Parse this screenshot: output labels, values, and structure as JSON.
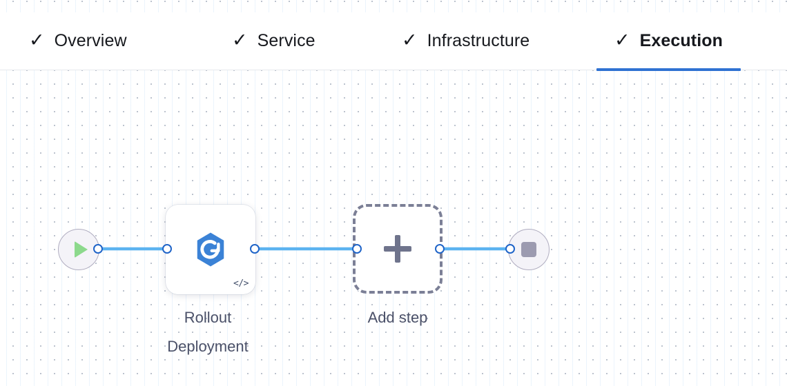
{
  "tabs": [
    {
      "id": "overview",
      "label": "Overview",
      "check": "✓",
      "completed": true,
      "active": false
    },
    {
      "id": "service",
      "label": "Service",
      "check": "✓",
      "completed": true,
      "active": false
    },
    {
      "id": "infrastructure",
      "label": "Infrastructure",
      "check": "✓",
      "completed": true,
      "active": false
    },
    {
      "id": "execution",
      "label": "Execution",
      "check": "✓",
      "completed": true,
      "active": true
    }
  ],
  "colors": {
    "accent": "#2f72d2",
    "edge": "#5cb3f0",
    "handle_border": "#1f64c8",
    "play_green": "#8cd98c",
    "stop_gray": "#9c9bb0",
    "node_ring": "#b0adc0",
    "node_fill": "#f4f3f8",
    "dashed_border": "#7b7f96",
    "caption_text": "#4a5068",
    "tab_text": "#16181d",
    "rollout_blue": "#3b82d6",
    "grid_dot": "#b9c0cc",
    "grid_line": "#dbeafa"
  },
  "canvas": {
    "nodes": [
      {
        "id": "start",
        "type": "start",
        "icon": "play-icon",
        "label": ""
      },
      {
        "id": "rollout",
        "type": "step",
        "icon": "argo-rollout-icon",
        "label": "Rollout\nDeployment",
        "badge_icon": "code-icon",
        "badge_text": "</>"
      },
      {
        "id": "add-step",
        "type": "add",
        "icon": "plus-icon",
        "label": "Add step"
      },
      {
        "id": "end",
        "type": "end",
        "icon": "stop-icon",
        "label": ""
      }
    ],
    "edges": [
      {
        "from": "start",
        "to": "rollout"
      },
      {
        "from": "rollout",
        "to": "add-step"
      },
      {
        "from": "add-step",
        "to": "end"
      }
    ]
  }
}
